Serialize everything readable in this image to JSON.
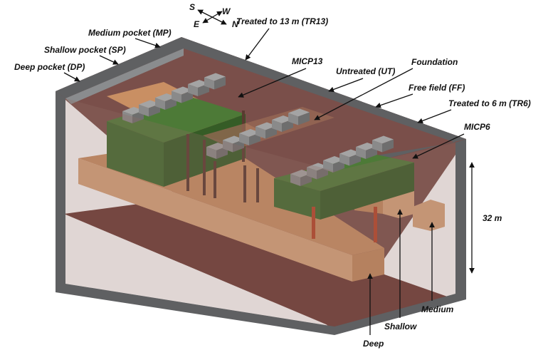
{
  "compass": {
    "s": "S",
    "w": "W",
    "e": "E",
    "n": "N"
  },
  "labels": {
    "medium_pocket": "Medium pocket  (MP)",
    "shallow_pocket": "Shallow pocket  (SP)",
    "deep_pocket": "Deep pocket (DP)",
    "treated_13": "Treated to 13 m (TR13)",
    "micp13": "MICP13",
    "untreated": "Untreated (UT)",
    "foundation": "Foundation",
    "free_field": "Free field (FF)",
    "treated_6": "Treated to 6 m (TR6)",
    "micp6": "MICP6",
    "height": "32 m",
    "deep": "Deep",
    "shallow": "Shallow",
    "medium": "Medium"
  },
  "colors": {
    "container_frame": "#5f6062",
    "container_fill": "#7d5550",
    "floor": "#6b3a34",
    "pocket": "#d9a57c",
    "treated_zone": "#3f6b2e",
    "footing_top": "#9c9c9c",
    "footing_side": "#6e6e6e",
    "pile": "#5a3a30",
    "red_pile": "#b84428"
  }
}
